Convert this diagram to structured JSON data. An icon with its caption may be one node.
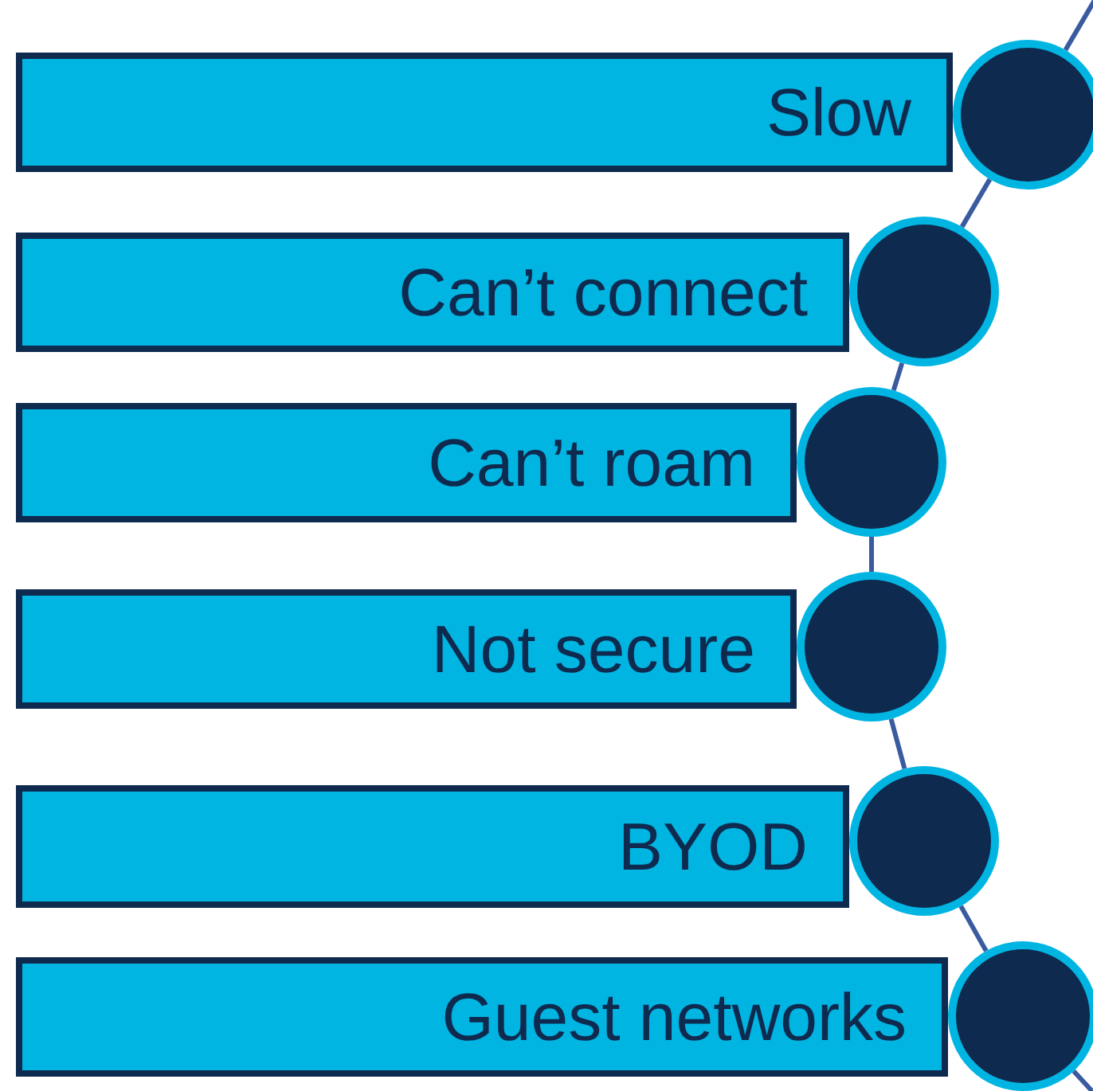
{
  "diagram": {
    "nodes": [
      {
        "text": [
          "Slow"
        ]
      },
      {
        "text": [
          "Can’t connect"
        ]
      },
      {
        "text": [
          "Can’t roam"
        ]
      },
      {
        "text": [
          "Not secure"
        ]
      },
      {
        "text": [
          "BYOD"
        ]
      },
      {
        "text": [
          "Guest networks"
        ]
      },
      {
        "text": [],
        "shape": "circle"
      },
      {
        "text": [],
        "shape": "circle"
      },
      {
        "text": [],
        "shape": "circle"
      },
      {
        "text": [],
        "shape": "circle"
      },
      {
        "text": [],
        "shape": "circle"
      },
      {
        "text": [],
        "shape": "circle"
      }
    ],
    "edges": [
      {
        "from": null,
        "to": 6,
        "arrow": "none"
      },
      {
        "from": 6,
        "to": 7,
        "arrow": "none"
      },
      {
        "from": 7,
        "to": 8,
        "arrow": "none"
      },
      {
        "from": 8,
        "to": 9,
        "arrow": "none"
      },
      {
        "from": 9,
        "to": 10,
        "arrow": "none"
      },
      {
        "from": 10,
        "to": 11,
        "arrow": "none"
      },
      {
        "from": 11,
        "to": null,
        "arrow": "none"
      }
    ]
  }
}
